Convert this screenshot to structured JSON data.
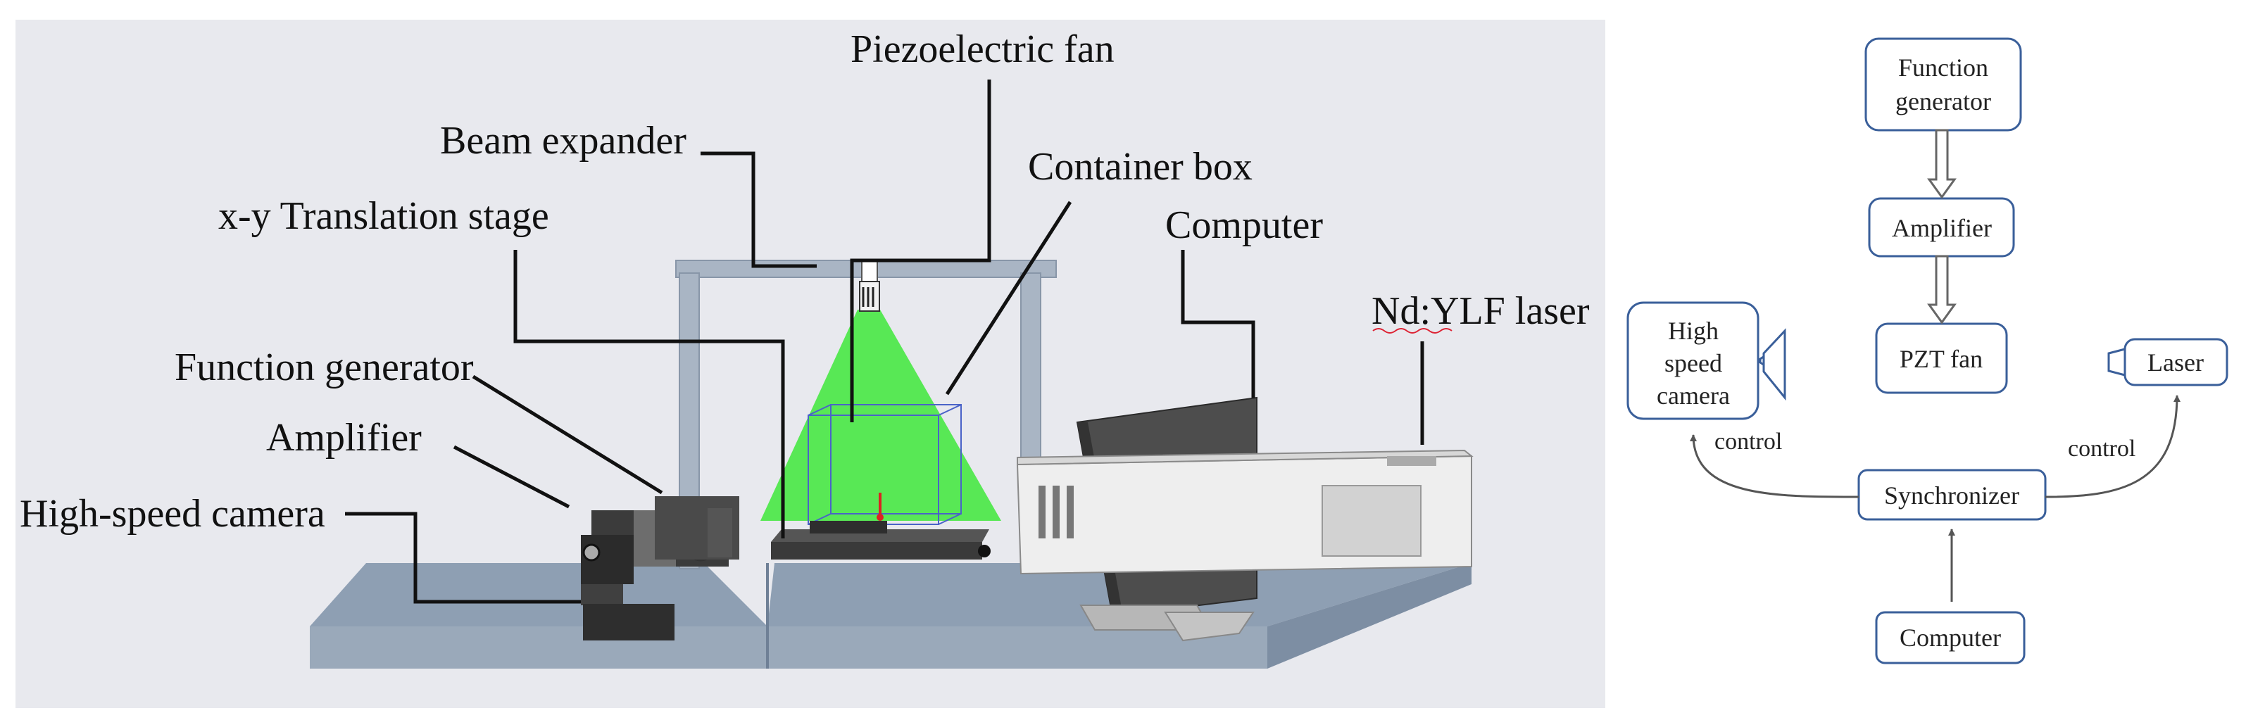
{
  "setup": {
    "labels": {
      "piezo_fan": "Piezoelectric fan",
      "beam_expander": "Beam expander",
      "container_box": "Container box",
      "xy_stage": "x-y Translation stage",
      "computer": "Computer",
      "laser": "Nd:YLF laser",
      "function_generator": "Function generator",
      "amplifier": "Amplifier",
      "camera": "High-speed camera"
    },
    "colors": {
      "background": "#e8e9ee",
      "laser_sheet": "#3ee83a",
      "floor": "#8e9fb3",
      "frame": "#a9b5c4"
    }
  },
  "flowchart": {
    "boxes": {
      "function_generator": [
        "Function",
        "generator"
      ],
      "amplifier": "Amplifier",
      "pzt_fan": "PZT fan",
      "camera": [
        "High",
        "speed",
        "camera"
      ],
      "laser": "Laser",
      "synchronizer": "Synchronizer",
      "computer": "Computer"
    },
    "edge_labels": {
      "control_left": "control",
      "control_right": "control"
    },
    "colors": {
      "box_border": "#3a5f9a",
      "arrow": "#555555"
    }
  }
}
